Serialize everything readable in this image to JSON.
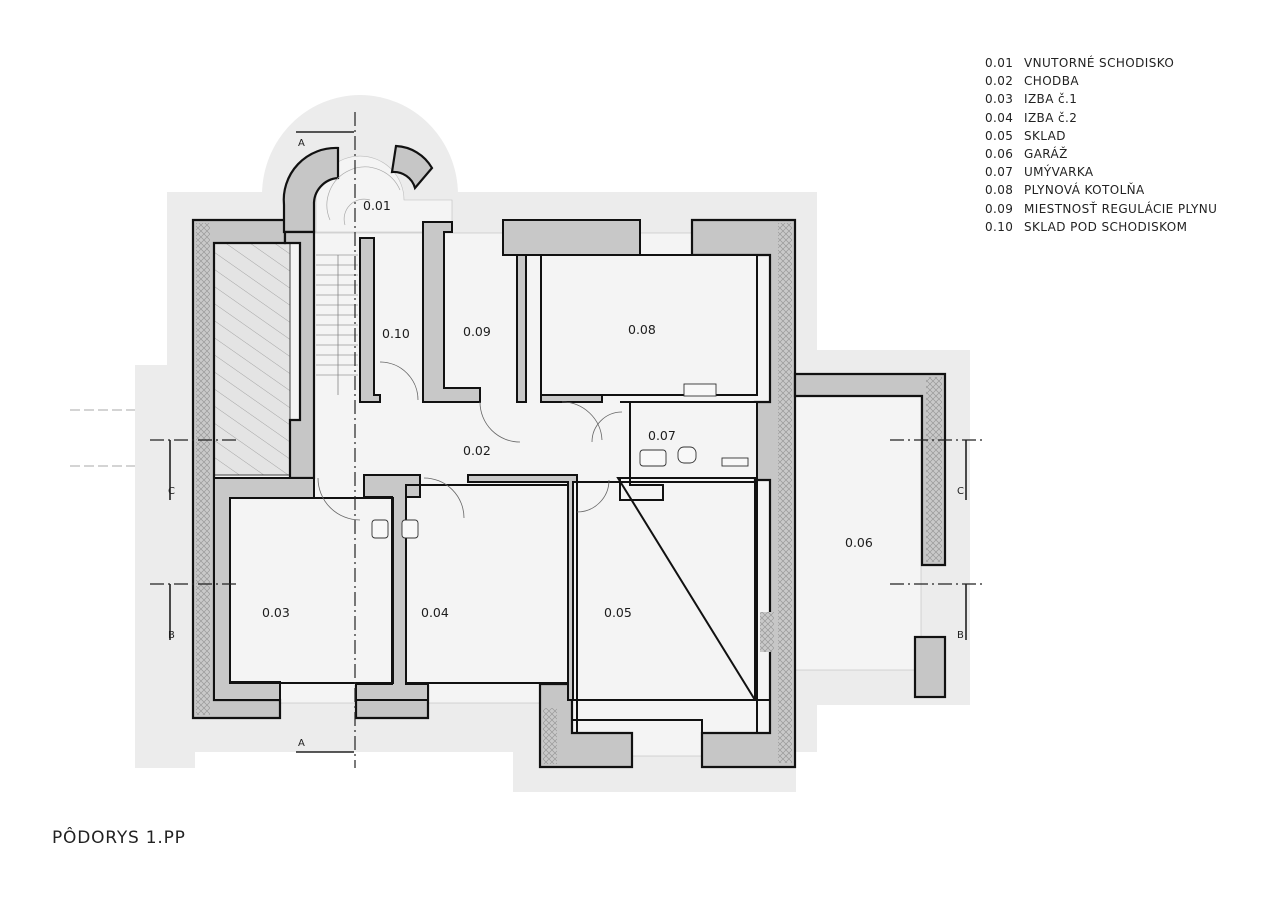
{
  "title": "PÔDORYS 1.PP",
  "legend": [
    {
      "code": "0.01",
      "name": "VNUTORNÉ SCHODISKO"
    },
    {
      "code": "0.02",
      "name": "CHODBA"
    },
    {
      "code": "0.03",
      "name": "IZBA č.1"
    },
    {
      "code": "0.04",
      "name": "IZBA č.2"
    },
    {
      "code": "0.05",
      "name": "SKLAD"
    },
    {
      "code": "0.06",
      "name": "GARÁŽ"
    },
    {
      "code": "0.07",
      "name": "UMÝVARKA"
    },
    {
      "code": "0.08",
      "name": "PLYNOVÁ KOTOLŇA"
    },
    {
      "code": "0.09",
      "name": "MIESTNOSŤ REGULÁCIE PLYNU"
    },
    {
      "code": "0.10",
      "name": "SKLAD POD SCHODISKOM"
    }
  ],
  "rooms": {
    "r001": "0.01",
    "r002": "0.02",
    "r003": "0.03",
    "r004": "0.04",
    "r005": "0.05",
    "r006": "0.06",
    "r007": "0.07",
    "r008": "0.08",
    "r009": "0.09",
    "r010": "0.10"
  },
  "sections": {
    "a_top": "A",
    "a_bottom": "A",
    "b_left": "B",
    "b_right": "B",
    "c_left": "C",
    "c_right": "C"
  },
  "colors": {
    "background": "#ffffff",
    "ground": "#ececec",
    "floor": "#f3f3f3",
    "wall": "#c4c4c4",
    "line": "#1a1a1a"
  }
}
